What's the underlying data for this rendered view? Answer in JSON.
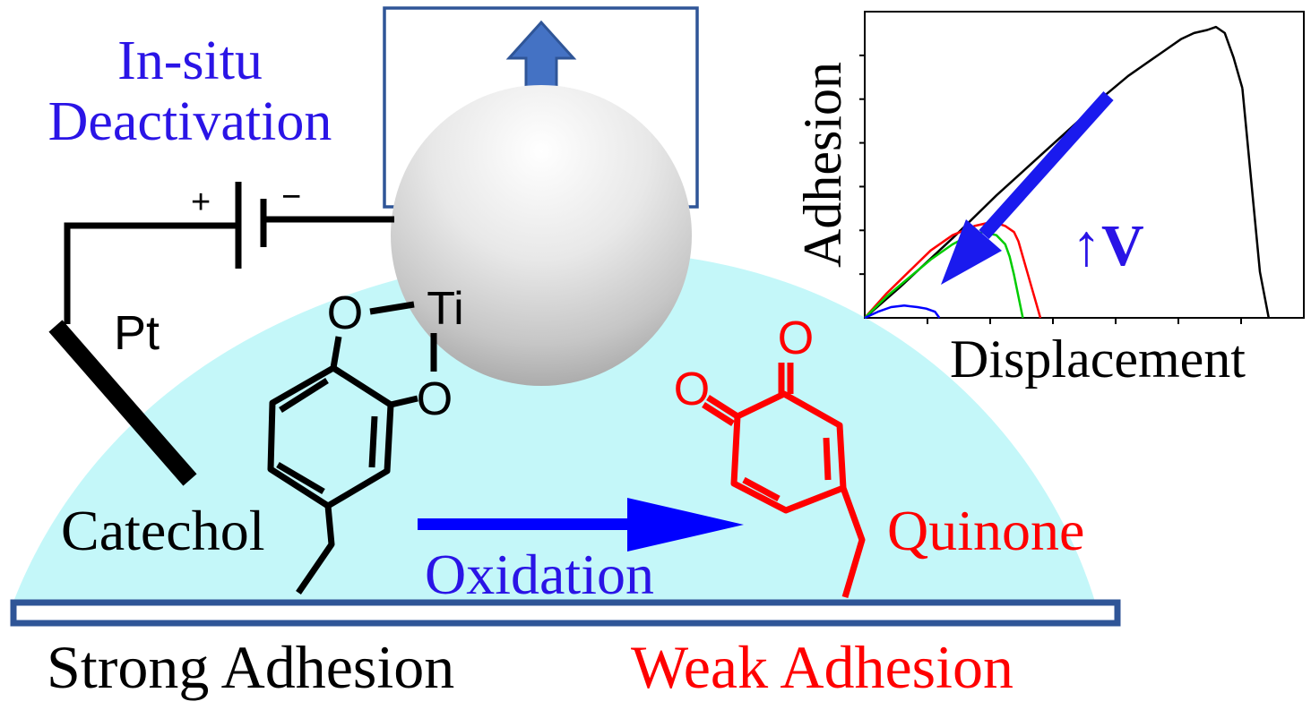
{
  "title_deactivation": [
    "In-situ",
    "Deactivation"
  ],
  "battery": {
    "plus": "+",
    "minus": "−"
  },
  "electrode_label": "Pt",
  "titanium_label": "Ti",
  "oxygen_label": "O",
  "catechol_label": "Catechol",
  "quinone_label": "Quinone",
  "oxidation_label": "Oxidation",
  "strong_label": "Strong Adhesion",
  "weak_label": "Weak Adhesion",
  "motion_icon": "double-arrow-vertical",
  "colors": {
    "blue_text": "#2a14e6",
    "red": "#ff0000",
    "droplet": "#c4f7f9",
    "substrate": "#2f5597",
    "arrow_fill": "#4472c4",
    "arrow_stroke": "#2f5597",
    "plot_arrow": "#1a1aee"
  },
  "chart_data": {
    "type": "line",
    "xlabel": "Displacement",
    "ylabel": "Adhesion",
    "annotation": "↑V",
    "grid": false,
    "x_ticks": 7,
    "y_ticks": 7,
    "xlim": [
      0,
      1
    ],
    "ylim": [
      0,
      1
    ],
    "series": [
      {
        "color": "#000000",
        "x": [
          0,
          0.08,
          0.2,
          0.3,
          0.4,
          0.5,
          0.55,
          0.6,
          0.65,
          0.68,
          0.72,
          0.75,
          0.78,
          0.8,
          0.82,
          0.84,
          0.86
        ],
        "y": [
          0,
          0.1,
          0.26,
          0.4,
          0.53,
          0.66,
          0.73,
          0.79,
          0.84,
          0.87,
          0.91,
          0.93,
          0.94,
          0.95,
          0.93,
          0.85,
          0.75
        ]
      },
      {
        "color": "#000000",
        "x": [
          0.86,
          0.87,
          0.88,
          0.89,
          0.9,
          0.92
        ],
        "y": [
          0.75,
          0.6,
          0.45,
          0.3,
          0.15,
          0
        ]
      },
      {
        "color": "#ff0000",
        "x": [
          0,
          0.05,
          0.1,
          0.15,
          0.2,
          0.25,
          0.28,
          0.3,
          0.32,
          0.34,
          0.35,
          0.36,
          0.37,
          0.38,
          0.39,
          0.4
        ],
        "y": [
          0,
          0.08,
          0.15,
          0.22,
          0.27,
          0.3,
          0.31,
          0.31,
          0.3,
          0.28,
          0.25,
          0.2,
          0.15,
          0.1,
          0.05,
          0
        ]
      },
      {
        "color": "#00cc00",
        "x": [
          0,
          0.05,
          0.1,
          0.15,
          0.2,
          0.24,
          0.27,
          0.3,
          0.32,
          0.33,
          0.34,
          0.35,
          0.36
        ],
        "y": [
          0,
          0.07,
          0.13,
          0.19,
          0.24,
          0.27,
          0.28,
          0.27,
          0.24,
          0.2,
          0.14,
          0.07,
          0
        ]
      },
      {
        "color": "#0000ff",
        "x": [
          0,
          0.03,
          0.06,
          0.09,
          0.12,
          0.14,
          0.16,
          0.17
        ],
        "y": [
          0,
          0.02,
          0.035,
          0.04,
          0.035,
          0.03,
          0.02,
          0
        ]
      }
    ]
  }
}
